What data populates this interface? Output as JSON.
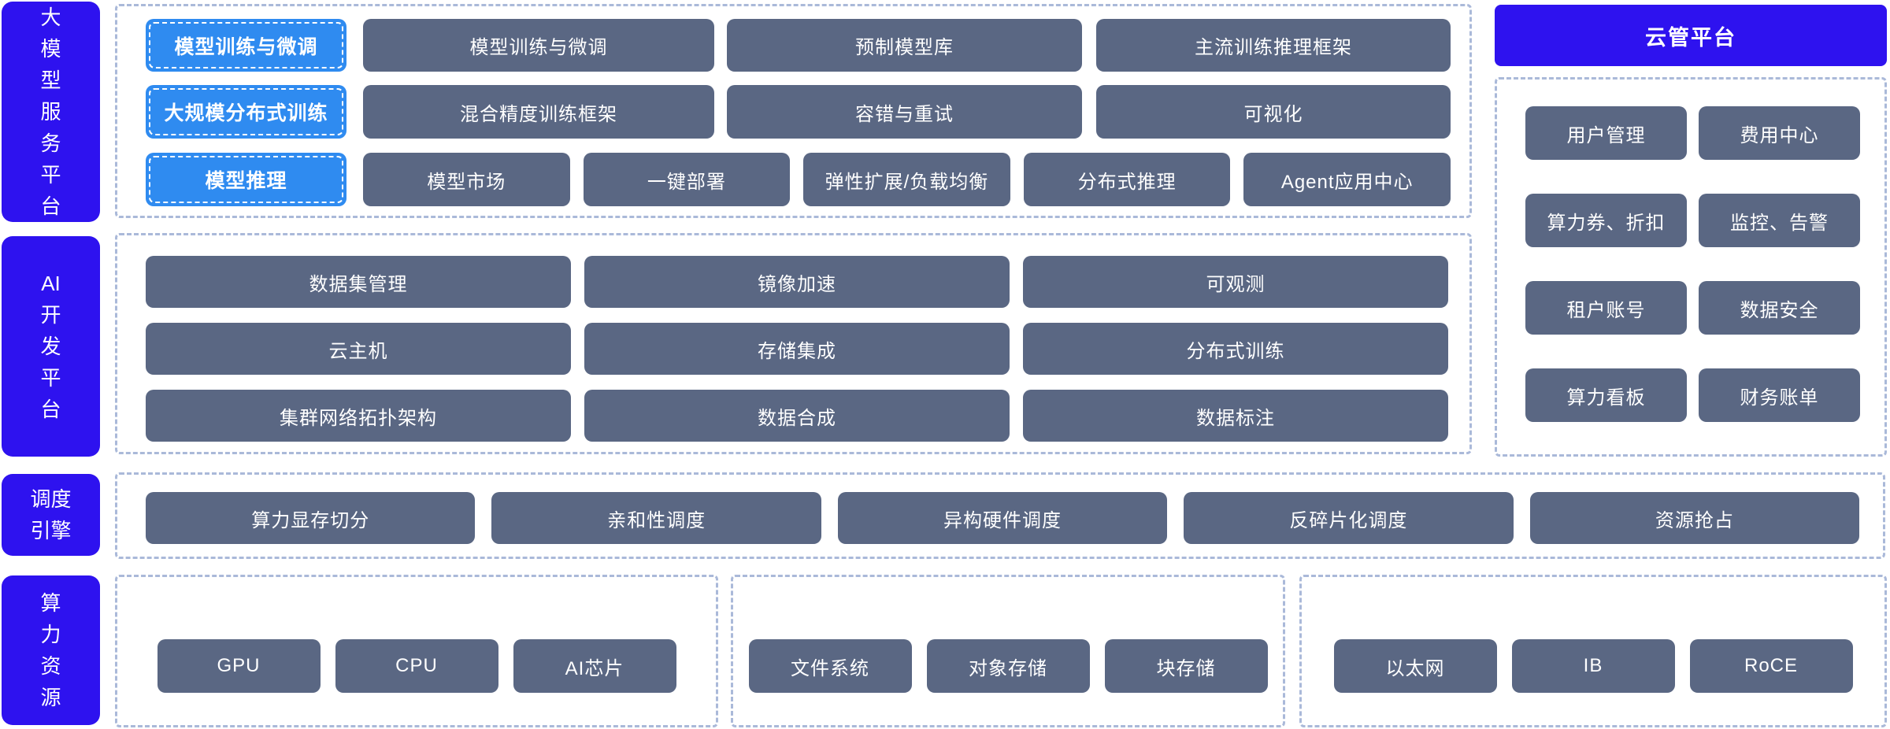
{
  "palette": {
    "sidebar_blue": "#2e12ef",
    "highlight_blue": "#2f8bf0",
    "tile_slate": "#5a6783",
    "dashed_border": "#aab9d9",
    "text": "#ffffff"
  },
  "sidebar": {
    "items": [
      {
        "label": "大模型服务平台",
        "lines": [
          "大",
          "模",
          "型",
          "服",
          "务",
          "平",
          "台"
        ]
      },
      {
        "label": "AI开发平台",
        "lines": [
          "AI",
          "开",
          "发",
          "平",
          "台"
        ]
      },
      {
        "label": "调度引擎",
        "lines": [
          "调度",
          "引擎"
        ]
      },
      {
        "label": "算力资源",
        "lines": [
          "算",
          "力",
          "资",
          "源"
        ]
      }
    ]
  },
  "model_service": {
    "highlights": [
      "模型训练与微调",
      "大规模分布式训练",
      "模型推理"
    ],
    "row1": [
      "模型训练与微调",
      "预制模型库",
      "主流训练推理框架"
    ],
    "row2": [
      "混合精度训练框架",
      "容错与重试",
      "可视化"
    ],
    "row3": [
      "模型市场",
      "一键部署",
      "弹性扩展/负载均衡",
      "分布式推理",
      "Agent应用中心"
    ]
  },
  "ai_dev": {
    "row1": [
      "数据集管理",
      "镜像加速",
      "可观测"
    ],
    "row2": [
      "云主机",
      "存储集成",
      "分布式训练"
    ],
    "row3": [
      "集群网络拓扑架构",
      "数据合成",
      "数据标注"
    ]
  },
  "scheduler": {
    "buttons": [
      "算力显存切分",
      "亲和性调度",
      "异构硬件调度",
      "反碎片化调度",
      "资源抢占"
    ]
  },
  "compute": {
    "chips": [
      "GPU",
      "CPU",
      "AI芯片"
    ],
    "storage": [
      "文件系统",
      "对象存储",
      "块存储"
    ],
    "network": [
      "以太网",
      "IB",
      "RoCE"
    ]
  },
  "cloud_mgmt": {
    "title": "云管平台",
    "rows": [
      [
        "用户管理",
        "费用中心"
      ],
      [
        "算力券、折扣",
        "监控、告警"
      ],
      [
        "租户账号",
        "数据安全"
      ],
      [
        "算力看板",
        "财务账单"
      ]
    ]
  }
}
